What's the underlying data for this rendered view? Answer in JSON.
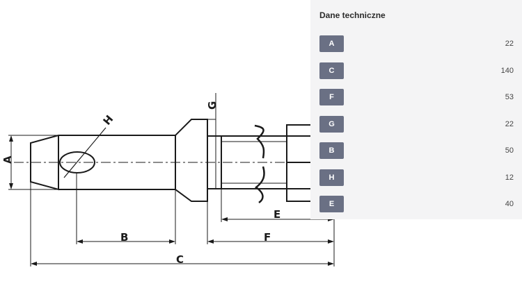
{
  "drawing": {
    "dimension_labels": {
      "A": "A",
      "B": "B",
      "C": "C",
      "E": "E",
      "F": "F",
      "G": "G",
      "H": "H"
    }
  },
  "technical_data": {
    "title": "Dane techniczne",
    "rows": [
      {
        "label": "A",
        "value": "22"
      },
      {
        "label": "C",
        "value": "140"
      },
      {
        "label": "F",
        "value": "53"
      },
      {
        "label": "G",
        "value": "22"
      },
      {
        "label": "B",
        "value": "50"
      },
      {
        "label": "H",
        "value": "12"
      },
      {
        "label": "E",
        "value": "40"
      }
    ]
  },
  "colors": {
    "badge_bg": "#6a7084",
    "panel_bg": "#f4f4f5",
    "line": "#1a1a1a"
  }
}
